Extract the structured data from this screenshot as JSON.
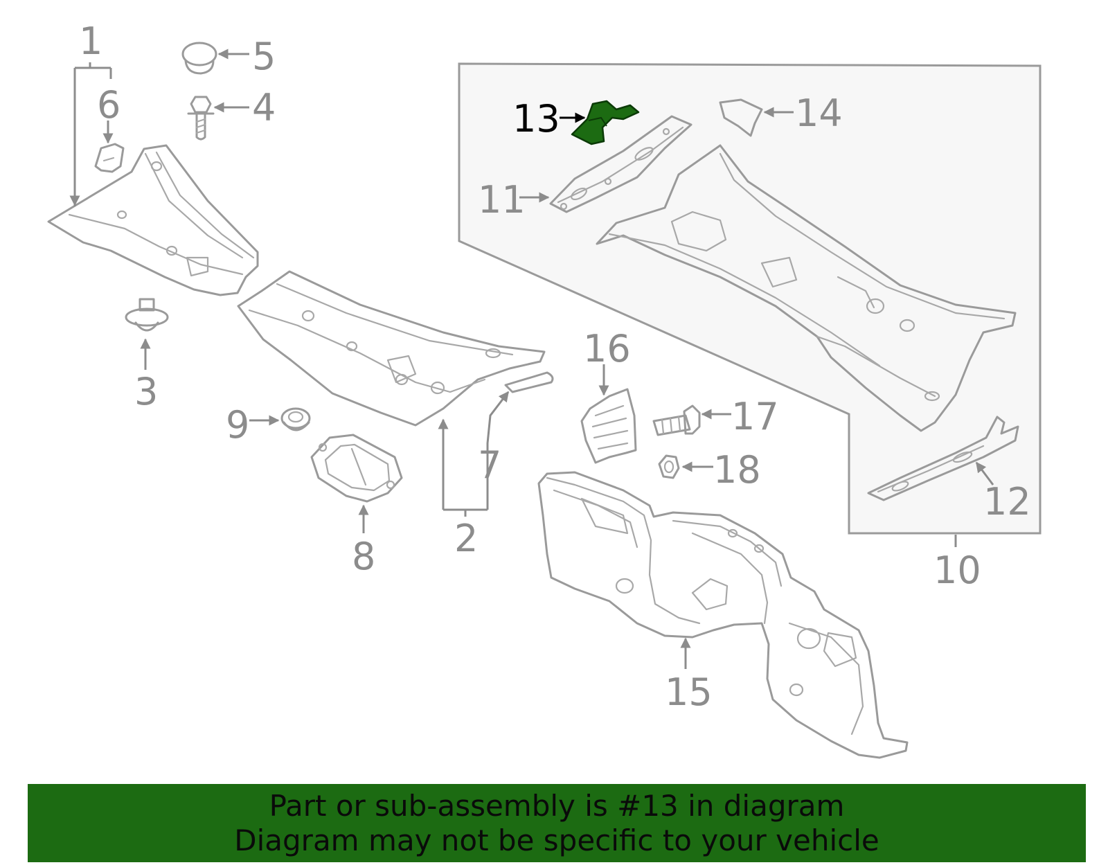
{
  "colors": {
    "banner_bg": "#1c6b12",
    "highlight_part": "#1c6b12",
    "line_gray": "#9a9a9a",
    "label_gray": "#8c8c8c",
    "highlight_label": "#000000",
    "subassembly_box_fill": "#f7f7f7"
  },
  "highlighted_callout": "13",
  "callouts": {
    "c1": "1",
    "c2": "2",
    "c3": "3",
    "c4": "4",
    "c5": "5",
    "c6": "6",
    "c7": "7",
    "c8": "8",
    "c9": "9",
    "c10": "10",
    "c11": "11",
    "c12": "12",
    "c13": "13",
    "c14": "14",
    "c15": "15",
    "c16": "16",
    "c17": "17",
    "c18": "18"
  },
  "banner": {
    "line1": "Part or sub-assembly is #13 in diagram",
    "line2": "Diagram may not be specific to your vehicle"
  }
}
